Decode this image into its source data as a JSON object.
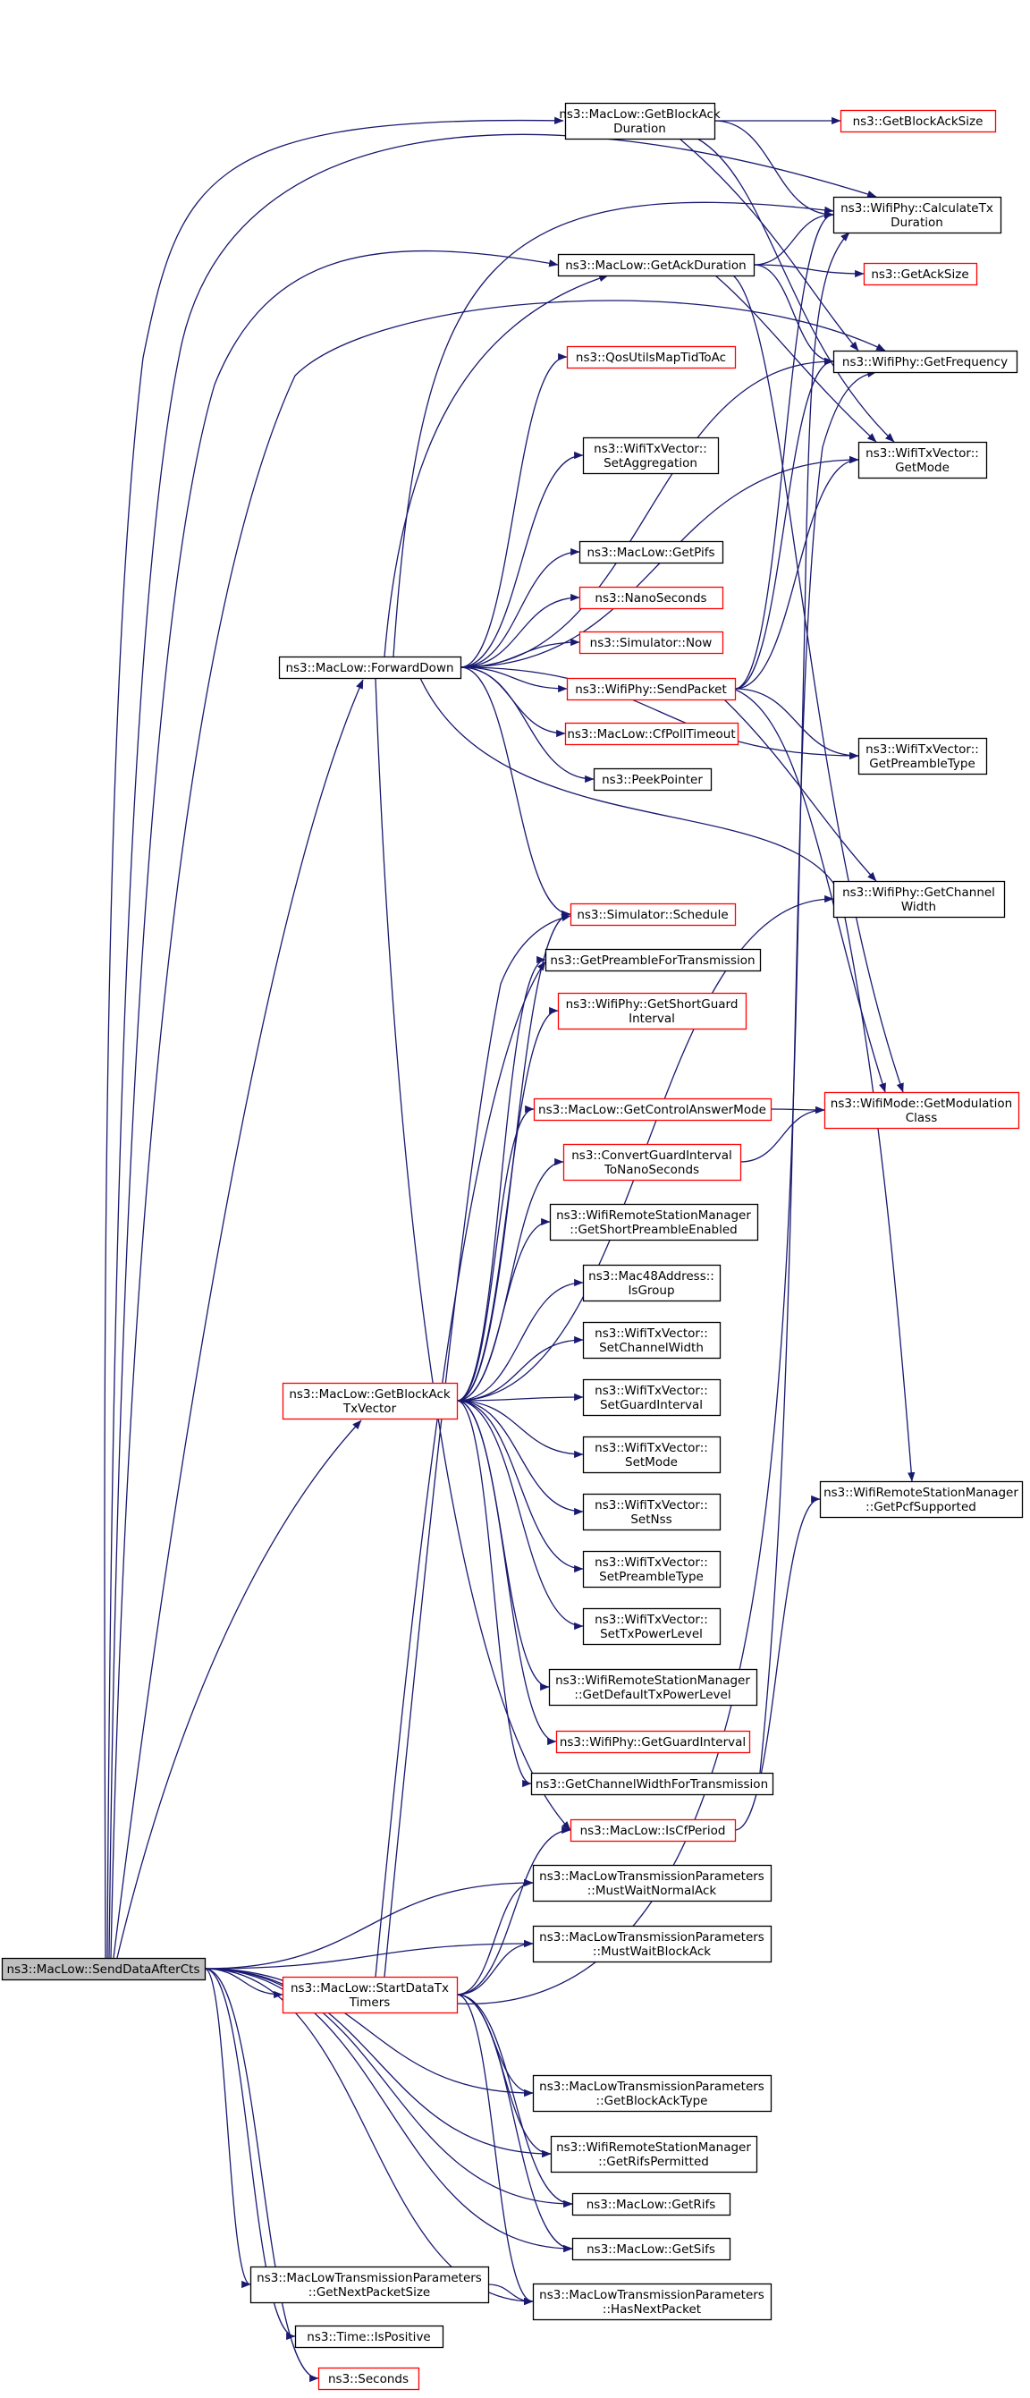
{
  "colors": {
    "edge": "#191970",
    "node_border": "#000000",
    "node_border_link": "#ff0000",
    "node_fill": "#ffffff",
    "root_fill": "#bfbfbf"
  },
  "nodes": [
    {
      "id": "n_sdac",
      "lines": [
        "ns3::MacLow::SendDataAfterCts"
      ],
      "style": "root"
    },
    {
      "id": "n_gbad",
      "lines": [
        "ns3::MacLow::GetBlockAck",
        "Duration"
      ],
      "style": "black"
    },
    {
      "id": "n_gbas",
      "lines": [
        "ns3::GetBlockAckSize"
      ],
      "style": "red"
    },
    {
      "id": "n_ctd",
      "lines": [
        "ns3::WifiPhy::CalculateTx",
        "Duration"
      ],
      "style": "black"
    },
    {
      "id": "n_gad",
      "lines": [
        "ns3::MacLow::GetAckDuration"
      ],
      "style": "black"
    },
    {
      "id": "n_gas",
      "lines": [
        "ns3::GetAckSize"
      ],
      "style": "red"
    },
    {
      "id": "n_qos",
      "lines": [
        "ns3::QosUtilsMapTidToAc"
      ],
      "style": "red"
    },
    {
      "id": "n_gfreq",
      "lines": [
        "ns3::WifiPhy::GetFrequency"
      ],
      "style": "black"
    },
    {
      "id": "n_setagg",
      "lines": [
        "ns3::WifiTxVector::",
        "SetAggregation"
      ],
      "style": "black"
    },
    {
      "id": "n_getmode",
      "lines": [
        "ns3::WifiTxVector::",
        "GetMode"
      ],
      "style": "black"
    },
    {
      "id": "n_getpifs",
      "lines": [
        "ns3::MacLow::GetPifs"
      ],
      "style": "black"
    },
    {
      "id": "n_nano",
      "lines": [
        "ns3::NanoSeconds"
      ],
      "style": "red"
    },
    {
      "id": "n_fwd",
      "lines": [
        "ns3::MacLow::ForwardDown"
      ],
      "style": "black"
    },
    {
      "id": "n_simnow",
      "lines": [
        "ns3::Simulator::Now"
      ],
      "style": "red"
    },
    {
      "id": "n_sendpkt",
      "lines": [
        "ns3::WifiPhy::SendPacket"
      ],
      "style": "red"
    },
    {
      "id": "n_cfpoll",
      "lines": [
        "ns3::MacLow::CfPollTimeout"
      ],
      "style": "red"
    },
    {
      "id": "n_getpre",
      "lines": [
        "ns3::WifiTxVector::",
        "GetPreambleType"
      ],
      "style": "black"
    },
    {
      "id": "n_peek",
      "lines": [
        "ns3::PeekPointer"
      ],
      "style": "black"
    },
    {
      "id": "n_gcw",
      "lines": [
        "ns3::WifiPhy::GetChannel",
        "Width"
      ],
      "style": "black"
    },
    {
      "id": "n_sched",
      "lines": [
        "ns3::Simulator::Schedule"
      ],
      "style": "red"
    },
    {
      "id": "n_gpft",
      "lines": [
        "ns3::GetPreambleForTransmission"
      ],
      "style": "black"
    },
    {
      "id": "n_gsgi",
      "lines": [
        "ns3::WifiPhy::GetShortGuard",
        "Interval"
      ],
      "style": "red"
    },
    {
      "id": "n_gcam",
      "lines": [
        "ns3::MacLow::GetControlAnswerMode"
      ],
      "style": "red"
    },
    {
      "id": "n_gmc",
      "lines": [
        "ns3::WifiMode::GetModulation",
        "Class"
      ],
      "style": "red"
    },
    {
      "id": "n_cgi",
      "lines": [
        "ns3::ConvertGuardInterval",
        "ToNanoSeconds"
      ],
      "style": "red"
    },
    {
      "id": "n_gspe",
      "lines": [
        "ns3::WifiRemoteStationManager",
        "::GetShortPreambleEnabled"
      ],
      "style": "black"
    },
    {
      "id": "n_isgroup",
      "lines": [
        "ns3::Mac48Address::",
        "IsGroup"
      ],
      "style": "black"
    },
    {
      "id": "n_setcw",
      "lines": [
        "ns3::WifiTxVector::",
        "SetChannelWidth"
      ],
      "style": "black"
    },
    {
      "id": "n_gbatv",
      "lines": [
        "ns3::MacLow::GetBlockAck",
        "TxVector"
      ],
      "style": "red"
    },
    {
      "id": "n_setgi",
      "lines": [
        "ns3::WifiTxVector::",
        "SetGuardInterval"
      ],
      "style": "black"
    },
    {
      "id": "n_setmode",
      "lines": [
        "ns3::WifiTxVector::",
        "SetMode"
      ],
      "style": "black"
    },
    {
      "id": "n_gpcf",
      "lines": [
        "ns3::WifiRemoteStationManager",
        "::GetPcfSupported"
      ],
      "style": "black"
    },
    {
      "id": "n_setnss",
      "lines": [
        "ns3::WifiTxVector::",
        "SetNss"
      ],
      "style": "black"
    },
    {
      "id": "n_setpre",
      "lines": [
        "ns3::WifiTxVector::",
        "SetPreambleType"
      ],
      "style": "black"
    },
    {
      "id": "n_settxp",
      "lines": [
        "ns3::WifiTxVector::",
        "SetTxPowerLevel"
      ],
      "style": "black"
    },
    {
      "id": "n_gdtpl",
      "lines": [
        "ns3::WifiRemoteStationManager",
        "::GetDefaultTxPowerLevel"
      ],
      "style": "black"
    },
    {
      "id": "n_ggi",
      "lines": [
        "ns3::WifiPhy::GetGuardInterval"
      ],
      "style": "red"
    },
    {
      "id": "n_gcwft",
      "lines": [
        "ns3::GetChannelWidthForTransmission"
      ],
      "style": "black"
    },
    {
      "id": "n_iscfp",
      "lines": [
        "ns3::MacLow::IsCfPeriod"
      ],
      "style": "red"
    },
    {
      "id": "n_mwna",
      "lines": [
        "ns3::MacLowTransmissionParameters",
        "::MustWaitNormalAck"
      ],
      "style": "black"
    },
    {
      "id": "n_mwba",
      "lines": [
        "ns3::MacLowTransmissionParameters",
        "::MustWaitBlockAck"
      ],
      "style": "black"
    },
    {
      "id": "n_sdtt",
      "lines": [
        "ns3::MacLow::StartDataTx",
        "Timers"
      ],
      "style": "red"
    },
    {
      "id": "n_gbat",
      "lines": [
        "ns3::MacLowTransmissionParameters",
        "::GetBlockAckType"
      ],
      "style": "black"
    },
    {
      "id": "n_grp",
      "lines": [
        "ns3::WifiRemoteStationManager",
        "::GetRifsPermitted"
      ],
      "style": "black"
    },
    {
      "id": "n_grifs",
      "lines": [
        "ns3::MacLow::GetRifs"
      ],
      "style": "black"
    },
    {
      "id": "n_gsifs",
      "lines": [
        "ns3::MacLow::GetSifs"
      ],
      "style": "black"
    },
    {
      "id": "n_gnps",
      "lines": [
        "ns3::MacLowTransmissionParameters",
        "::GetNextPacketSize"
      ],
      "style": "black"
    },
    {
      "id": "n_hnp",
      "lines": [
        "ns3::MacLowTransmissionParameters",
        "::HasNextPacket"
      ],
      "style": "black"
    },
    {
      "id": "n_ispos",
      "lines": [
        "ns3::Time::IsPositive"
      ],
      "style": "black"
    },
    {
      "id": "n_seconds",
      "lines": [
        "ns3::Seconds"
      ],
      "style": "red"
    }
  ],
  "edges": [
    [
      "n_sdac",
      "n_gbad"
    ],
    [
      "n_sdac",
      "n_ctd"
    ],
    [
      "n_sdac",
      "n_gad"
    ],
    [
      "n_sdac",
      "n_gfreq"
    ],
    [
      "n_sdac",
      "n_fwd"
    ],
    [
      "n_sdac",
      "n_gbatv"
    ],
    [
      "n_sdac",
      "n_mwna"
    ],
    [
      "n_sdac",
      "n_mwba"
    ],
    [
      "n_sdac",
      "n_sdtt"
    ],
    [
      "n_sdac",
      "n_gbat"
    ],
    [
      "n_sdac",
      "n_grp"
    ],
    [
      "n_sdac",
      "n_grifs"
    ],
    [
      "n_sdac",
      "n_gsifs"
    ],
    [
      "n_sdac",
      "n_gnps"
    ],
    [
      "n_sdac",
      "n_hnp"
    ],
    [
      "n_sdac",
      "n_ispos"
    ],
    [
      "n_sdac",
      "n_seconds"
    ],
    [
      "n_gbad",
      "n_gbas"
    ],
    [
      "n_gbad",
      "n_ctd"
    ],
    [
      "n_gbad",
      "n_gfreq"
    ],
    [
      "n_gbad",
      "n_getmode"
    ],
    [
      "n_gad",
      "n_gas"
    ],
    [
      "n_gad",
      "n_ctd"
    ],
    [
      "n_gad",
      "n_gfreq"
    ],
    [
      "n_gad",
      "n_getmode"
    ],
    [
      "n_gad",
      "n_gmc"
    ],
    [
      "n_fwd",
      "n_ctd"
    ],
    [
      "n_fwd",
      "n_gad"
    ],
    [
      "n_fwd",
      "n_qos"
    ],
    [
      "n_fwd",
      "n_gfreq"
    ],
    [
      "n_fwd",
      "n_setagg"
    ],
    [
      "n_fwd",
      "n_getmode"
    ],
    [
      "n_fwd",
      "n_getpifs"
    ],
    [
      "n_fwd",
      "n_nano"
    ],
    [
      "n_fwd",
      "n_simnow"
    ],
    [
      "n_fwd",
      "n_sendpkt"
    ],
    [
      "n_fwd",
      "n_cfpoll"
    ],
    [
      "n_fwd",
      "n_peek"
    ],
    [
      "n_fwd",
      "n_getpre"
    ],
    [
      "n_fwd",
      "n_sched"
    ],
    [
      "n_fwd",
      "n_gpcf"
    ],
    [
      "n_fwd",
      "n_iscfp"
    ],
    [
      "n_sendpkt",
      "n_ctd"
    ],
    [
      "n_sendpkt",
      "n_gfreq"
    ],
    [
      "n_sendpkt",
      "n_getmode"
    ],
    [
      "n_sendpkt",
      "n_getpre"
    ],
    [
      "n_sendpkt",
      "n_gcw"
    ],
    [
      "n_sendpkt",
      "n_gmc"
    ],
    [
      "n_gbatv",
      "n_sched"
    ],
    [
      "n_gbatv",
      "n_gpft"
    ],
    [
      "n_gbatv",
      "n_gsgi"
    ],
    [
      "n_gbatv",
      "n_gcam"
    ],
    [
      "n_gbatv",
      "n_cgi"
    ],
    [
      "n_gbatv",
      "n_gspe"
    ],
    [
      "n_gbatv",
      "n_isgroup"
    ],
    [
      "n_gbatv",
      "n_setcw"
    ],
    [
      "n_gbatv",
      "n_setgi"
    ],
    [
      "n_gbatv",
      "n_setmode"
    ],
    [
      "n_gbatv",
      "n_setnss"
    ],
    [
      "n_gbatv",
      "n_setpre"
    ],
    [
      "n_gbatv",
      "n_settxp"
    ],
    [
      "n_gbatv",
      "n_gdtpl"
    ],
    [
      "n_gbatv",
      "n_ggi"
    ],
    [
      "n_gbatv",
      "n_gcwft"
    ],
    [
      "n_gbatv",
      "n_gcw"
    ],
    [
      "n_gcam",
      "n_gmc"
    ],
    [
      "n_cgi",
      "n_gmc"
    ],
    [
      "n_gcwft",
      "n_gfreq"
    ],
    [
      "n_iscfp",
      "n_gpcf"
    ],
    [
      "n_sdtt",
      "n_iscfp"
    ],
    [
      "n_sdtt",
      "n_mwna"
    ],
    [
      "n_sdtt",
      "n_mwba"
    ],
    [
      "n_sdtt",
      "n_sched"
    ],
    [
      "n_sdtt",
      "n_ctd"
    ],
    [
      "n_sdtt",
      "n_gbat"
    ],
    [
      "n_sdtt",
      "n_grp"
    ],
    [
      "n_sdtt",
      "n_grifs"
    ],
    [
      "n_sdtt",
      "n_gsifs"
    ],
    [
      "n_sdtt",
      "n_hnp"
    ],
    [
      "n_sdtt",
      "n_gpft"
    ],
    [
      "n_gnps",
      "n_hnp"
    ]
  ]
}
